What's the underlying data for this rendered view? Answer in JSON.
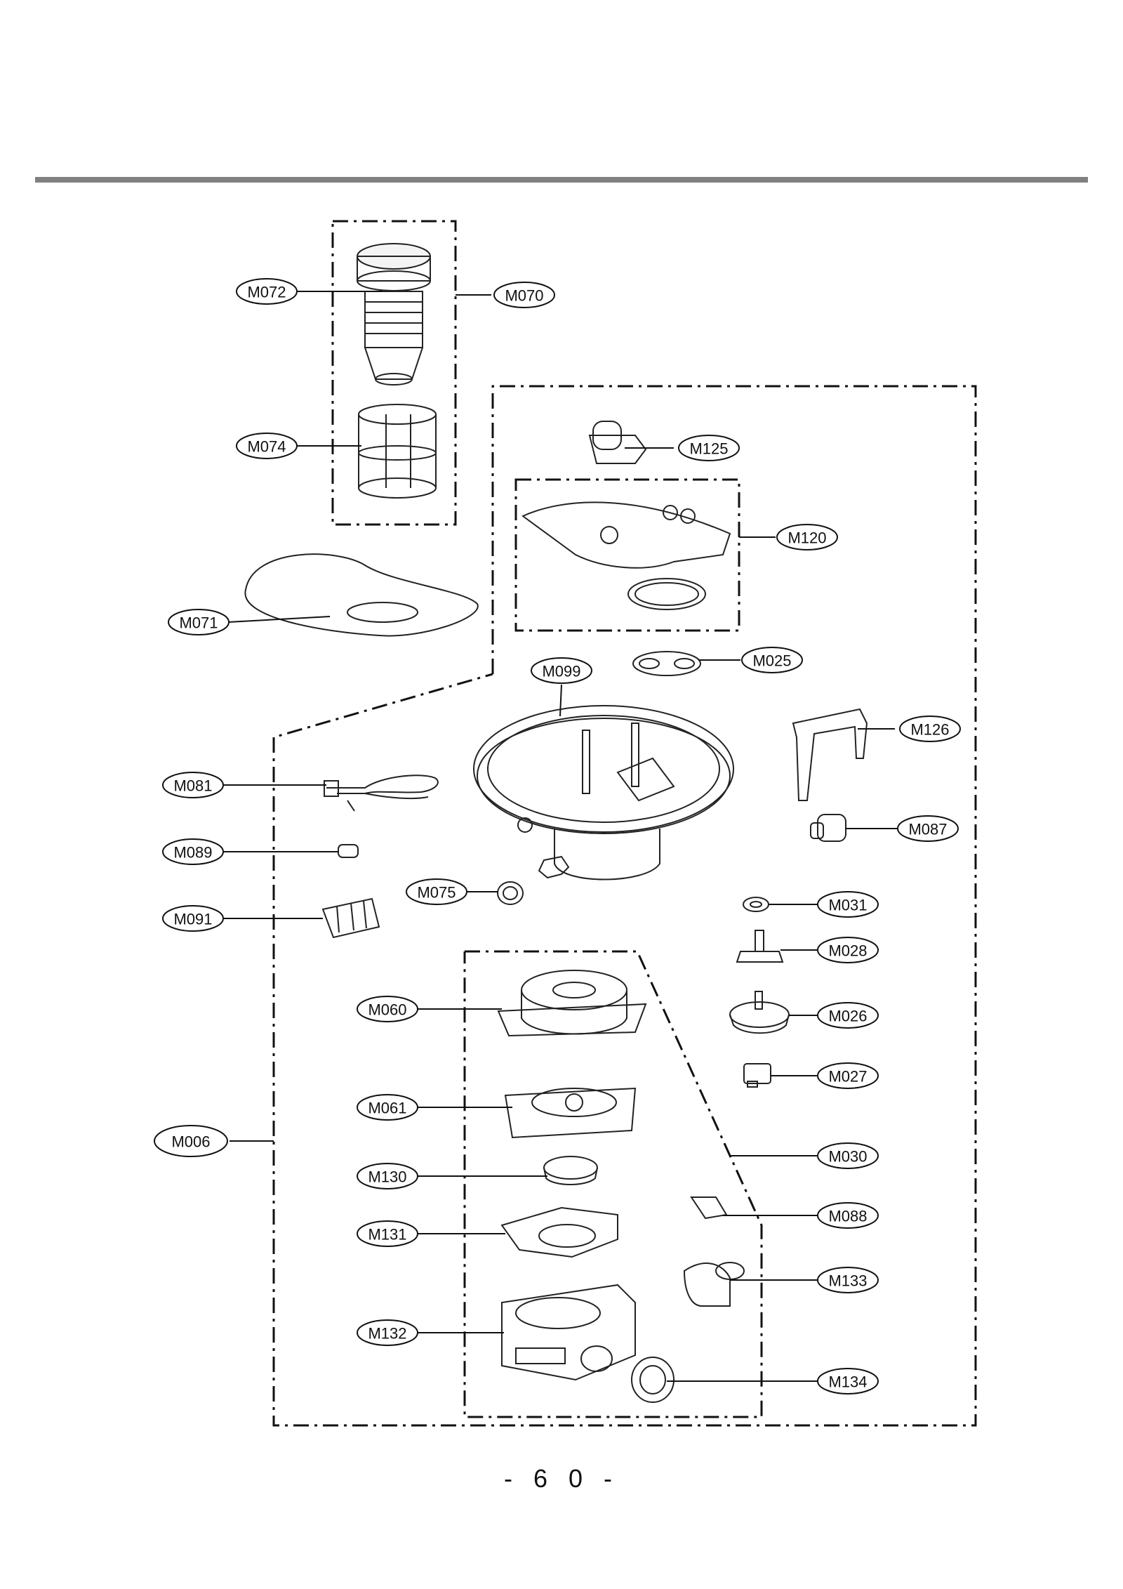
{
  "page_number": "- 6 0 -",
  "labels": {
    "M070": "M070",
    "M072": "M072",
    "M074": "M074",
    "M071": "M071",
    "M125": "M125",
    "M120": "M120",
    "M025": "M025",
    "M099": "M099",
    "M126": "M126",
    "M081": "M081",
    "M087": "M087",
    "M089": "M089",
    "M075": "M075",
    "M031": "M031",
    "M091": "M091",
    "M028": "M028",
    "M060": "M060",
    "M026": "M026",
    "M027": "M027",
    "M061": "M061",
    "M006": "M006",
    "M030": "M030",
    "M130": "M130",
    "M088": "M088",
    "M131": "M131",
    "M133": "M133",
    "M132": "M132",
    "M134": "M134"
  }
}
